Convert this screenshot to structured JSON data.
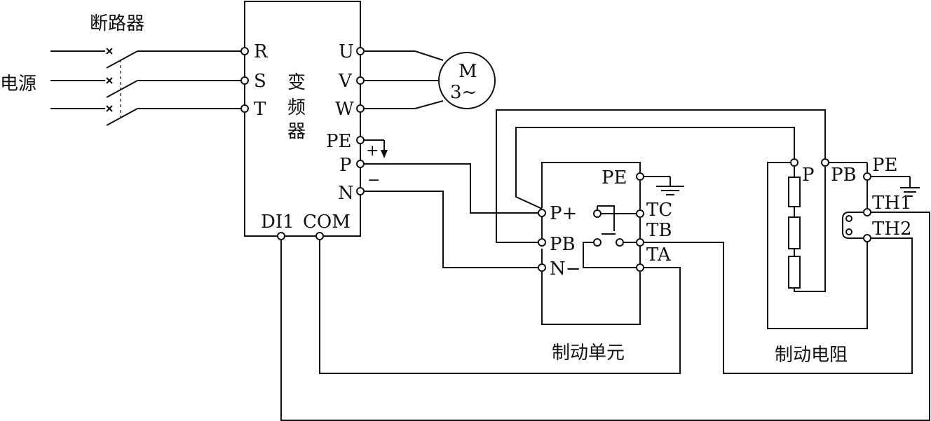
{
  "labels": {
    "breaker": "断路器",
    "power": "电源",
    "vfd_line1": "变",
    "vfd_line2": "频",
    "vfd_line3": "器",
    "motor_top": "M",
    "motor_bottom": "3~",
    "brake_unit": "制动单元",
    "brake_resistor": "制动电阻",
    "plus": "+",
    "minus": "−"
  },
  "vfd_terminals": {
    "r": "R",
    "s": "S",
    "t": "T",
    "u": "U",
    "v": "V",
    "w": "W",
    "pe": "PE",
    "p": "P",
    "n": "N",
    "di1": "DI1",
    "com": "COM"
  },
  "brake_unit_terminals": {
    "pe": "PE",
    "p_plus": "P+",
    "pb": "PB",
    "n_minus": "N−",
    "tc": "TC",
    "tb": "TB",
    "ta": "TA"
  },
  "resistor_terminals": {
    "p": "P",
    "pb": "PB",
    "pe": "PE",
    "th1": "TH1",
    "th2": "TH2"
  }
}
